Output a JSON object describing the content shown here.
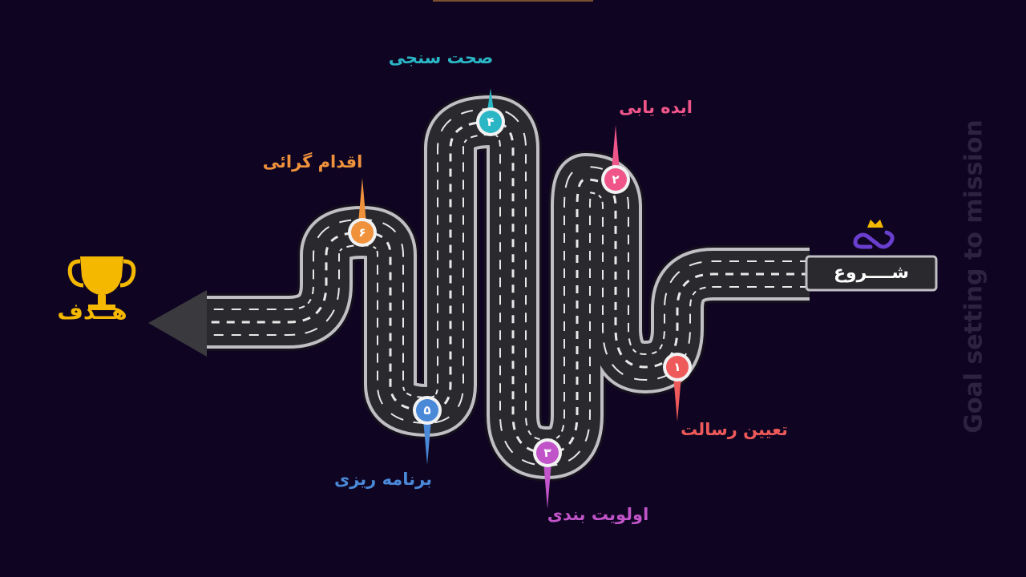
{
  "start": {
    "label": "شــــروع",
    "icon": "crown-logo-icon"
  },
  "goal": {
    "label": "هــدف",
    "icon": "trophy-icon",
    "color": "#f5b800"
  },
  "side_title": "Goal setting to mission",
  "milestones": [
    {
      "number": "۱",
      "label": "تعیین رسالت",
      "color": "#ee5a5a"
    },
    {
      "number": "۲",
      "label": "ایده یابی",
      "color": "#f0558a"
    },
    {
      "number": "۳",
      "label": "اولویت بندی",
      "color": "#c054c8"
    },
    {
      "number": "۴",
      "label": "صحت سنجی",
      "color": "#2bb6c6"
    },
    {
      "number": "۵",
      "label": "برنامه ریزی",
      "color": "#4a88d8"
    },
    {
      "number": "۶",
      "label": "اقدام گرائی",
      "color": "#f0923c"
    }
  ]
}
